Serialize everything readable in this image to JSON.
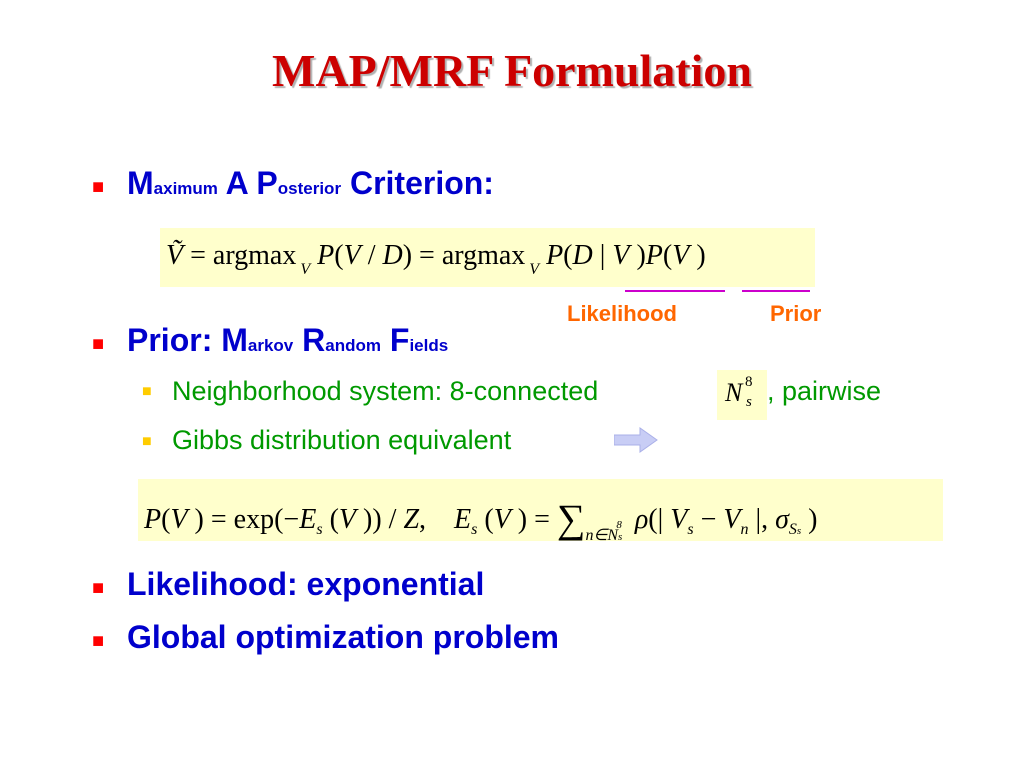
{
  "slide": {
    "title": "MAP/MRF Formulation",
    "bullets": [
      {
        "parts": [
          {
            "big": "M",
            "small": "aximum"
          },
          {
            "big": " A P",
            "small": "osterior"
          },
          {
            "big": " Criterion:",
            "small": ""
          }
        ]
      },
      {
        "parts": [
          {
            "big": "Prior: M",
            "small": "arkov"
          },
          {
            "big": " R",
            "small": "andom"
          },
          {
            "big": " F",
            "small": "ields"
          }
        ],
        "sub_bullets": [
          {
            "text_before": "Neighborhood system: 8-connected",
            "text_after": ", pairwise"
          },
          {
            "text": "Gibbs distribution equivalent"
          }
        ]
      },
      {
        "text": "Likelihood: exponential"
      },
      {
        "text": "Global optimization problem"
      }
    ],
    "equation_labels": {
      "likelihood": "Likelihood",
      "prior": "Prior"
    }
  },
  "colors": {
    "title": "#cc0000",
    "level1_text": "#0000cc",
    "level2_text": "#009900",
    "level1_bullet": "#ff0000",
    "level2_bullet": "#ffcc00",
    "equation_background": "#ffffcc",
    "annotation_label": "#ff6600",
    "annotation_underline": "#cc00cc",
    "arrow": "#c8cdf5"
  }
}
